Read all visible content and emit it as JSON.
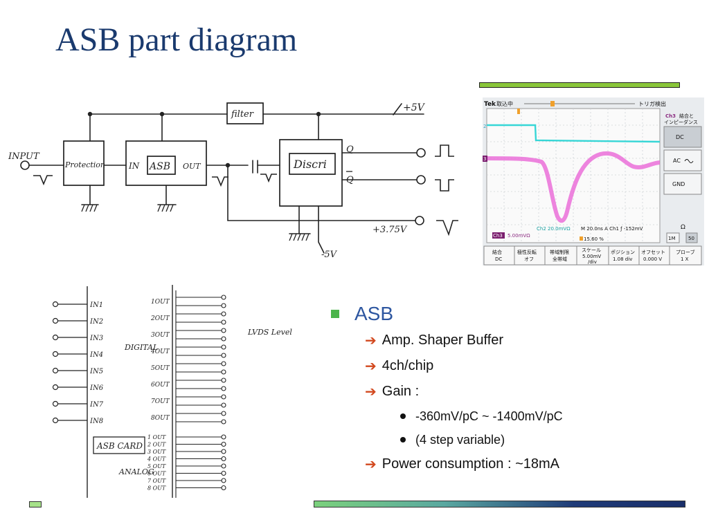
{
  "slide": {
    "title": "ASB part diagram"
  },
  "schematic": {
    "input": "INPUT",
    "protection": "Protection",
    "asb_in": "IN",
    "asb": "ASB",
    "asb_out": "OUT",
    "filter": "filter",
    "discri": "Discri",
    "q": "Q",
    "q_bar": "Q",
    "plus5v": "+5V",
    "plus375v": "+3.75V",
    "minus5v": "-5V"
  },
  "scope": {
    "brand": "Tek",
    "state": "取込中",
    "trigger": "トリガ検出",
    "menu_title_ch": "Ch3",
    "menu_title_1": "結合と",
    "menu_title_2": "インピーダンス",
    "btn_dc": "DC",
    "btn_ac": "AC",
    "btn_gnd": "GND",
    "ohm": "Ω",
    "btn_1m": "1M",
    "btn_50": "50",
    "ch2_scale": "Ch2  20.0mVΩ",
    "timebase": "M 20.0ns  A  Ch1  ƒ  -152mV",
    "ch3_tag": "Ch3",
    "ch3_scale": "5.00mVΩ",
    "percent": "15.60 %",
    "marker_2": "2",
    "marker_3": "3",
    "soft_1a": "結合",
    "soft_1b": "DC",
    "soft_2a": "極性反転",
    "soft_2b": "オフ",
    "soft_3a": "帯域制限",
    "soft_3b": "全帯域",
    "soft_4a": "スケール",
    "soft_4b": "5.00mV",
    "soft_4c": "/div",
    "soft_5a": "ポジション",
    "soft_5b": "1.08 div",
    "soft_6a": "オフセット",
    "soft_6b": "0.000 V",
    "soft_7a": "プローブ",
    "soft_7b": "1 X"
  },
  "pin_diagram": {
    "inputs": [
      "IN1",
      "IN2",
      "IN3",
      "IN4",
      "IN5",
      "IN6",
      "IN7",
      "IN8"
    ],
    "digital_outs": [
      "1OUT",
      "2OUT",
      "3OUT",
      "4OUT",
      "5OUT",
      "6OUT",
      "7OUT",
      "8OUT"
    ],
    "analog_outs": [
      "1 OUT",
      "2 OUT",
      "3 OUT",
      "4 OUT",
      "5 OUT",
      "6 OUT",
      "7 OUT",
      "8 OUT"
    ],
    "digital_label": "DIGITAL",
    "analog_label": "ANALOG",
    "card_label": "ASB CARD",
    "lvds_label": "LVDS Level"
  },
  "bullets": {
    "main": "ASB",
    "items": [
      {
        "text": "Amp. Shaper Buffer"
      },
      {
        "text": "4ch/chip"
      },
      {
        "text": "Gain :"
      },
      {
        "text": "Power consumption : ~18mA"
      }
    ],
    "gain_subitems": [
      "-360mV/pC ~ -1400mV/pC",
      "(4 step variable)"
    ]
  },
  "colors": {
    "title": "#1a3a6e",
    "bullet_l1_text": "#2d56a0",
    "bullet_square": "#4bb44b",
    "arrow": "#d2481e",
    "scope_cyan": "#36d6d6",
    "scope_magenta": "#ea6fd8"
  }
}
